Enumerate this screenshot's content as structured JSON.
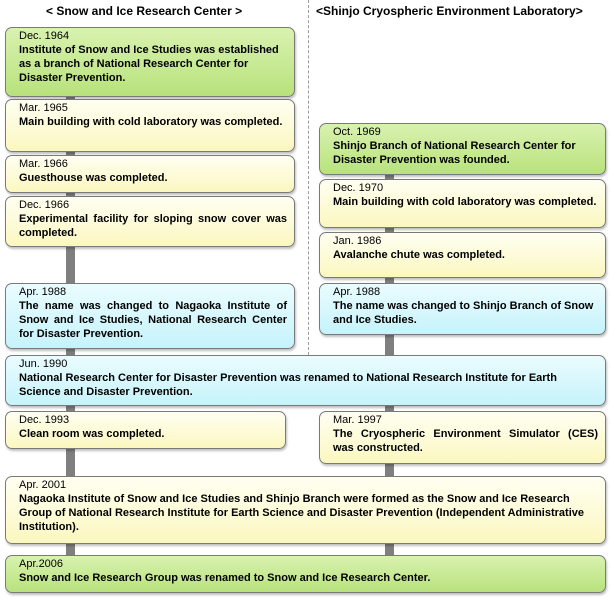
{
  "headers": {
    "left": "< Snow and Ice Research Center >",
    "right": "<Shinjo Cryospheric Environment Laboratory>"
  },
  "colors": {
    "green": "#b8e27c",
    "yellow": "#fbf7c0",
    "cyan": "#c6f3fb",
    "spine": "#7f7f7f"
  },
  "events": [
    {
      "id": "e1",
      "color": "green",
      "date": "Dec. 1964",
      "text": "Institute of Snow and Ice Studies was established as a branch of National Research Center for Disaster Prevention."
    },
    {
      "id": "e2",
      "color": "yellow",
      "date": "Mar. 1965",
      "text": "Main building with cold laboratory was completed."
    },
    {
      "id": "e3",
      "color": "yellow",
      "date": "Mar. 1966",
      "text": "Guesthouse was completed."
    },
    {
      "id": "e4",
      "color": "yellow",
      "date": "Dec. 1966",
      "text": "Experimental facility for sloping snow cover was completed."
    },
    {
      "id": "e5",
      "color": "cyan",
      "date": "Apr. 1988",
      "text": "The name was changed to Nagaoka Institute of Snow and Ice Studies, National Research Center for Disaster Prevention."
    },
    {
      "id": "e6",
      "color": "green",
      "date": "Oct. 1969",
      "text": "Shinjo Branch of National Research Center for Disaster Prevention was founded."
    },
    {
      "id": "e7",
      "color": "yellow",
      "date": "Dec. 1970",
      "text": "Main building with cold laboratory was completed."
    },
    {
      "id": "e8",
      "color": "yellow",
      "date": "Jan. 1986",
      "text": "Avalanche chute was completed."
    },
    {
      "id": "e9",
      "color": "cyan",
      "date": "Apr. 1988",
      "text": "The name was changed to Shinjo Branch of Snow and Ice Studies."
    },
    {
      "id": "e10",
      "color": "cyan",
      "date": "Jun. 1990",
      "text": "National Research Center for Disaster Prevention was renamed to National Research Institute for Earth Science and Disaster Prevention."
    },
    {
      "id": "e11",
      "color": "yellow",
      "date": "Dec. 1993",
      "text": "Clean room was completed."
    },
    {
      "id": "e12",
      "color": "yellow",
      "date": "Mar. 1997",
      "text": "The Cryospheric Environment Simulator (CES) was constructed."
    },
    {
      "id": "e13",
      "color": "yellow",
      "date": "Apr. 2001",
      "text": "Nagaoka Institute of Snow and Ice Studies and Shinjo Branch were formed as the Snow and Ice Research Group of National Research Institute for Earth Science and Disaster Prevention (Independent Administrative Institution)."
    },
    {
      "id": "e14",
      "color": "green",
      "date": "Apr.2006",
      "text": "Snow and Ice Research Group was renamed to Snow and Ice Research Center."
    }
  ]
}
